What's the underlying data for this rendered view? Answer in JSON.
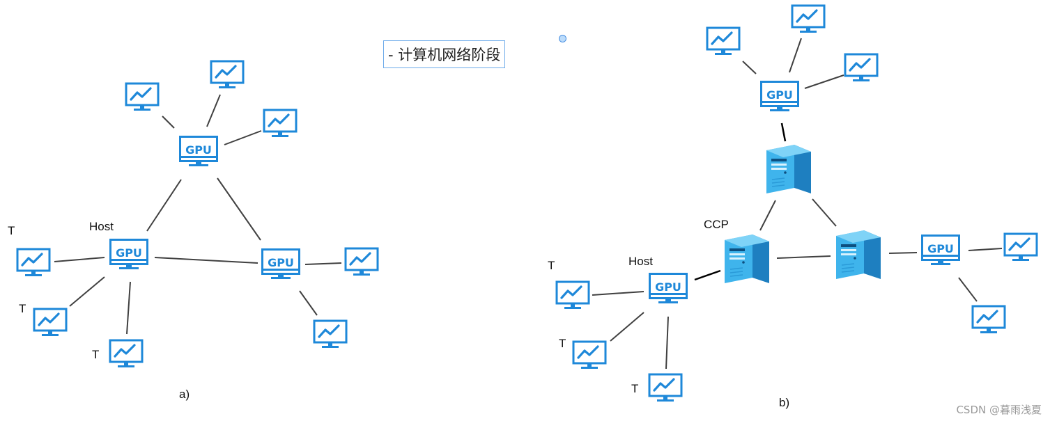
{
  "title": "- 计算机网络阶段",
  "watermark": "CSDN @暮雨浅夏",
  "gpu_label": "GPU",
  "labels": {
    "a_host": "Host",
    "b_host": "Host",
    "b_ccp": "CCP",
    "t": "T",
    "caption_a": "a)",
    "caption_b": "b)"
  },
  "colors": {
    "icon_blue": "#1e88d9",
    "server_light": "#3fb4ec",
    "server_dark": "#1e7fc0",
    "link": "#404040"
  },
  "icons": {
    "terminal": "monitor-chart-icon",
    "host": "monitor-gpu-icon",
    "processor": "server-icon"
  }
}
